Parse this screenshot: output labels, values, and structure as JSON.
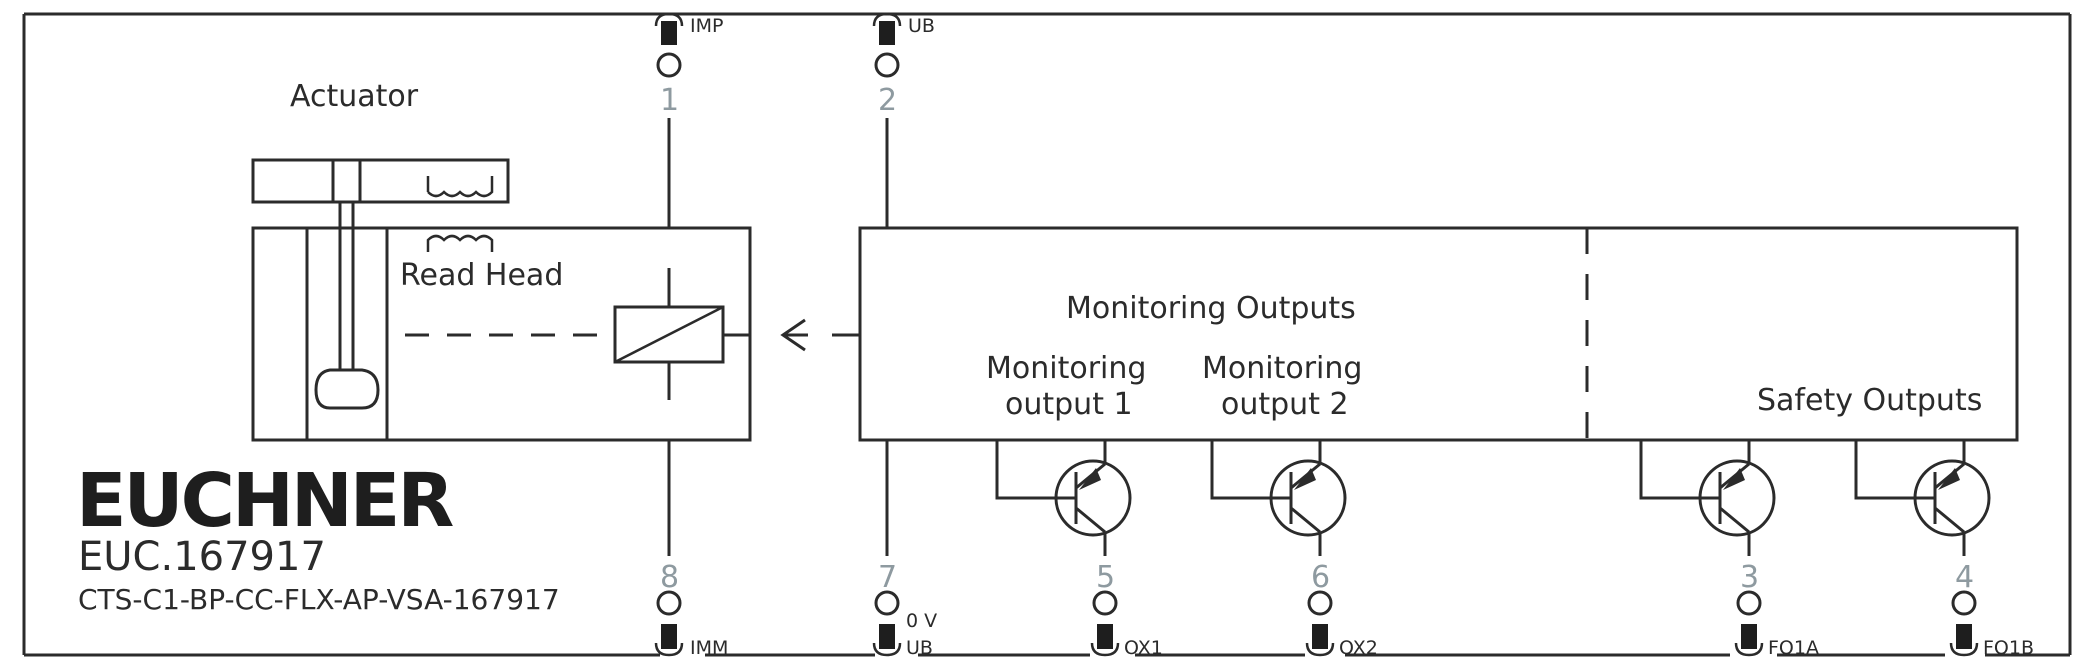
{
  "labels": {
    "actuator": "Actuator",
    "read_head": "Read Head",
    "monitoring_outputs": "Monitoring Outputs",
    "monitoring_output_1_line1": "Monitoring",
    "monitoring_output_1_line2": "output 1",
    "monitoring_output_2_line1": "Monitoring",
    "monitoring_output_2_line2": "output 2",
    "safety_outputs": "Safety Outputs"
  },
  "pins": {
    "p1": {
      "number": "1",
      "signal": "IMP"
    },
    "p2": {
      "number": "2",
      "signal": "UB"
    },
    "p8": {
      "number": "8",
      "signal": "IMM"
    },
    "p7": {
      "number": "7",
      "signal": "UB",
      "voltage": "0 V"
    },
    "p5": {
      "number": "5",
      "signal": "OX1"
    },
    "p6": {
      "number": "6",
      "signal": "OX2"
    },
    "p3": {
      "number": "3",
      "signal": "FO1A"
    },
    "p4": {
      "number": "4",
      "signal": "FO1B"
    }
  },
  "branding": {
    "logo": "EUCHNER",
    "order_code": "EUC.167917",
    "model": "CTS-C1-BP-CC-FLX-AP-VSA-167917"
  },
  "colors": {
    "line": "#2b2b2b",
    "pin_number": "#8e9aa0",
    "connector": "#1e1e1e"
  }
}
